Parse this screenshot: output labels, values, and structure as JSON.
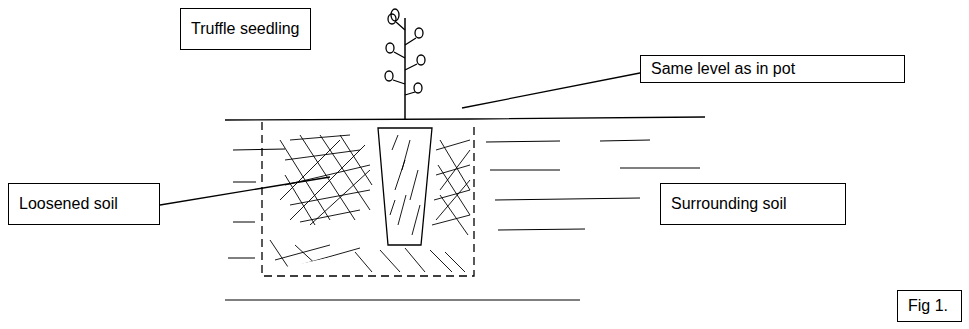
{
  "diagram": {
    "nodes": [
      {
        "text": [
          "Truffle seedling"
        ]
      },
      {
        "text": [
          "Same level as in pot"
        ]
      },
      {
        "text": [
          "Loosened soil"
        ]
      },
      {
        "text": [
          "Surrounding soil"
        ]
      },
      {
        "text": [
          "Fig 1."
        ]
      }
    ]
  }
}
